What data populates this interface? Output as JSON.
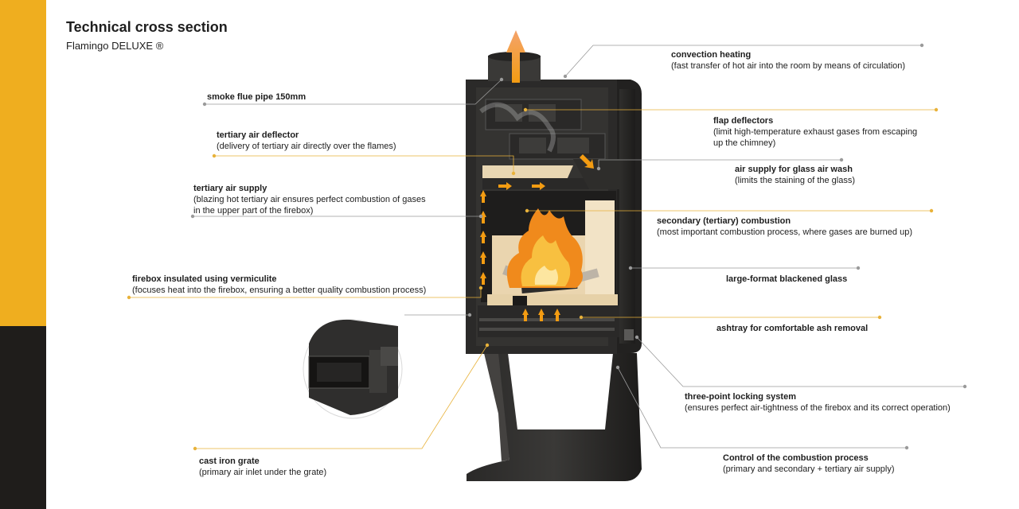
{
  "header": {
    "title": "Technical cross section",
    "subtitle": "Flamingo DELUXE ®"
  },
  "colors": {
    "accent": "#efae1f",
    "dark_band": "#1f1d1b",
    "stove_body": "#2b2a29",
    "firebrick": "#efdcb9",
    "flame": "#f08a1c",
    "leader_gray": "#9a9a9a",
    "leader_gold": "#e8b23a"
  },
  "labels": {
    "smoke_flue": {
      "title": "smoke flue pipe 150mm",
      "desc": ""
    },
    "tertiary_deflector": {
      "title": "tertiary air deflector",
      "desc": "(delivery of tertiary air directly over the flames)"
    },
    "tertiary_supply": {
      "title": "tertiary air supply",
      "desc": "(blazing hot tertiary air ensures perfect combustion of gases\nin the upper part of the firebox)"
    },
    "firebox_insulated": {
      "title": "firebox insulated using vermiculite",
      "desc": "(focuses heat into the firebox, ensuring a better quality combustion process)"
    },
    "cast_iron_grate": {
      "title": "cast iron grate",
      "desc": "(primary air inlet under the grate)"
    },
    "convection": {
      "title": "convection heating",
      "desc": "(fast transfer of hot air into the room by means of circulation)"
    },
    "flap_deflectors": {
      "title": "flap deflectors",
      "desc": "(limit high-temperature exhaust gases from escaping\nup the chimney)"
    },
    "glass_wash": {
      "title": "air supply for glass air wash",
      "desc": "(limits the staining of the glass)"
    },
    "secondary_combustion": {
      "title": "secondary (tertiary) combustion",
      "desc": "(most important combustion process, where gases are burned up)"
    },
    "blackened_glass": {
      "title": "large-format blackened glass",
      "desc": ""
    },
    "ashtray": {
      "title": "ashtray for comfortable ash removal",
      "desc": ""
    },
    "locking": {
      "title": "three-point locking system",
      "desc": "(ensures perfect air-tightness of the firebox and its correct operation)"
    },
    "combustion_control": {
      "title": "Control of the combustion process",
      "desc": "(primary and secondary + tertiary air supply)"
    }
  }
}
